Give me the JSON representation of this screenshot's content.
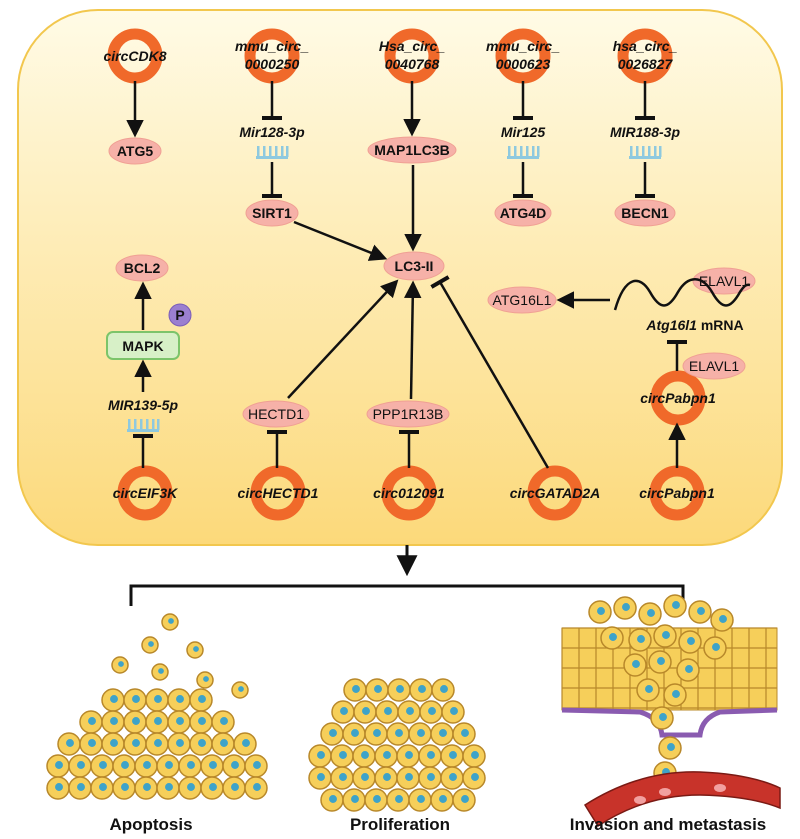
{
  "colors": {
    "cell_fill_top": "#fffbe6",
    "cell_fill_bottom": "#fcd97a",
    "cell_border": "#f2c74e",
    "circ_ring": "#f0692a",
    "protein_fill": "#f6b1a8",
    "mirna_comb": "#8ec9df",
    "mapk_fill": "#d7f0c7",
    "mapk_border": "#7cc46a",
    "phospho_fill": "#9b7fd0",
    "cancer_cell": "#f6cf5a",
    "nucleus": "#3ea3c9",
    "vessel": "#c8332a"
  },
  "circrnas": {
    "cdk8": "circCDK8",
    "mmu250_l1": "mmu_circ_",
    "mmu250_l2": "0000250",
    "hsa768_l1": "Hsa_circ_",
    "hsa768_l2": "0040768",
    "mmu623_l1": "mmu_circ_",
    "mmu623_l2": "0000623",
    "hsa827_l1": "hsa_circ_",
    "hsa827_l2": "0026827",
    "eif3k": "circEIF3K",
    "hectd1": "circHECTD1",
    "c012091": "circ012091",
    "gatad2a": "circGATAD2A",
    "pabpn1_bottom": "circPabpn1",
    "pabpn1_mid": "circPabpn1"
  },
  "mirnas": {
    "mir128": "Mir128-3p",
    "mir125": "Mir125",
    "mir188": "MIR188-3p",
    "mir139": "MIR139-5p"
  },
  "proteins": {
    "atg5": "ATG5",
    "sirt1": "SIRT1",
    "map1lc3b": "MAP1LC3B",
    "atg4d": "ATG4D",
    "becn1": "BECN1",
    "lc3": "LC3-II",
    "bcl2": "BCL2",
    "mapk": "MAPK",
    "phospho": "P",
    "atg16l1": "ATG16L1",
    "elavl1_top": "ELAVL1",
    "elavl1_mid": "ELAVL1",
    "hectd1": "HECTD1",
    "ppp1r13b": "PPP1R13B"
  },
  "mrna": {
    "gene": "Atg16l1",
    "suffix": " mRNA"
  },
  "outcomes": {
    "apoptosis": "Apoptosis",
    "proliferation": "Proliferation",
    "invasion": "Invasion and metastasis"
  }
}
